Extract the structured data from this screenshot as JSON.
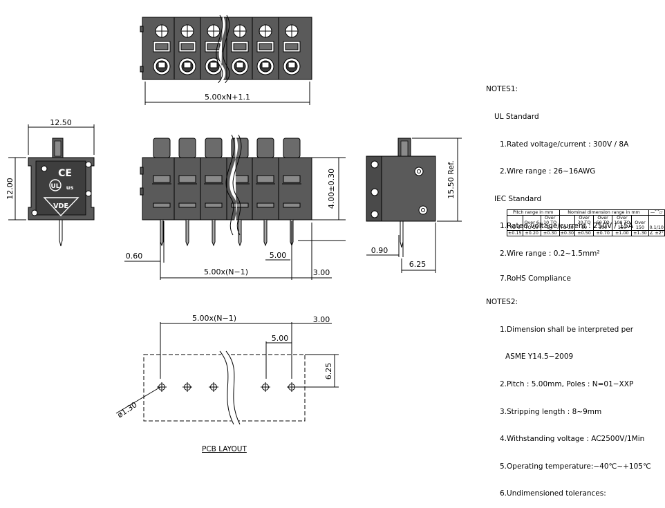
{
  "dims": {
    "top_width": "5.00xN+1.1",
    "side_width": "12.50",
    "side_height": "12.00",
    "front_height": "4.00±0.30",
    "right_height": "15.50 Ref.",
    "pin_width": "0.60",
    "pitch_front": "5.00",
    "span_front": "5.00x(N−1)",
    "offset_front": "3.00",
    "pin_right": "0.90",
    "right_offset": "6.25",
    "pcb_span": "5.00x(N−1)",
    "pcb_offset": "3.00",
    "pcb_pitch": "5.00",
    "pcb_hole_offset": "6.25",
    "pcb_hole_dia": "ø1.30"
  },
  "marks": {
    "ce": "CE",
    "ul": "us",
    "vde": "VDE"
  },
  "notes1": {
    "title": "NOTES1:",
    "ul_title": "UL Standard",
    "ul_1": "1.Rated voltage/current : 300V / 8A",
    "ul_2": "2.Wire range : 26~16AWG",
    "iec_title": "IEC Standard",
    "iec_1": "1.Rated voltage/current : 250V / 15A",
    "iec_2": "2.Wire range : 0.2~1.5mm²"
  },
  "notes2": {
    "title": "NOTES2:",
    "n1a": "1.Dimension shall be interpreted per",
    "n1b": "ASME Y14.5−2009",
    "n2": "2.Pitch : 5.00mm, Poles : N=01−XXP",
    "n3": "3.Stripping length : 8~9mm",
    "n4": "4.Withstanding voltage : AC2500V/1Min",
    "n5": "5.Operating temperature:−40℃~+105℃",
    "n6": "6.Undimensioned tolerances:",
    "n7": "7.RoHS Compliance"
  },
  "tolerance_table": {
    "pitch_header": "Pitch range in mm",
    "nominal_header": "Nominal dimension range in mm",
    "pitch_cols": [
      "TO 6",
      "Over 6 TO 10",
      "Over 10 TO 24"
    ],
    "nominal_cols": [
      "TO 30",
      "Over 30 TO 60",
      "Over 60 TO 100",
      "Over 100 TO 150",
      "Over 150"
    ],
    "pitch_tols": [
      "±0.15",
      "±0.20",
      "±0.30"
    ],
    "nominal_tols": [
      "±0.30",
      "±0.50",
      "±0.70",
      "±1.00",
      "±1.30"
    ],
    "flat_header": "—⌒▱",
    "flat_value": "0.1/10",
    "angle_symbol": "∠",
    "angle_value": "±2°"
  },
  "pcb_title": "PCB LAYOUT"
}
